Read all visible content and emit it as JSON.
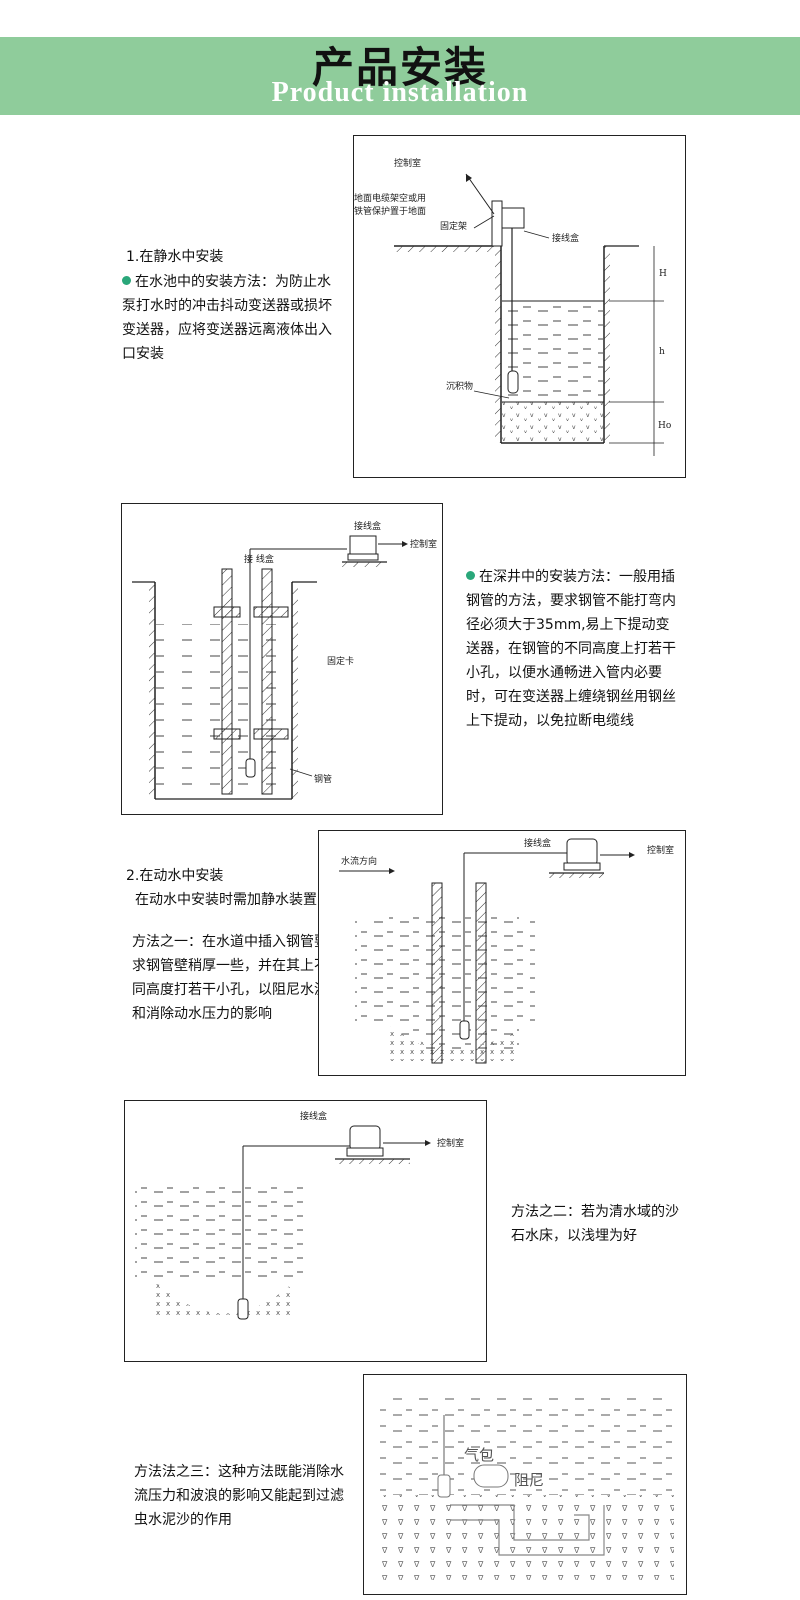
{
  "header": {
    "title": "产品安装",
    "subtitle": "Product installation"
  },
  "section1": {
    "heading": "1.在静水中安装",
    "text": "在水池中的安装方法：为防止水泵打水时的冲击抖动变送器或损坏变送器，应将变送器远离液体出入口安装",
    "diagram": {
      "control_room": "控制室",
      "cable_note_line1": "地面电缆架空或用",
      "cable_note_line2": "铁管保护置于地面",
      "bracket": "固定架",
      "junction_box": "接线盒",
      "sediment": "沉积物",
      "dim_H": "H",
      "dim_h": "h",
      "dim_Ho": "Ho"
    }
  },
  "section_deep_well": {
    "text": "在深井中的安装方法：一般用插钢管的方法，要求钢管不能打弯内径必须大于35mm,易上下提动变送器，在钢管的不同高度上打若干小孔，以便水通畅进入管内必要时，可在变送器上缠绕钢丝用钢丝上下提动，以免拉断电缆线",
    "diagram": {
      "junction_box_top": "接线盒",
      "junction_box_side": "接  线盒",
      "control_room": "控制室",
      "clamp": "固定卡",
      "steel_pipe": "钢管"
    }
  },
  "section2": {
    "heading": "2.在动水中安装",
    "subheading": "在动水中安装时需加静水装置",
    "method1": "方法之一：在水道中插入钢管要求钢管壁稍厚一些，并在其上不同高度打若干小孔，以阻尼水波和消除动水压力的影响",
    "diagram": {
      "junction_box": "接线盒",
      "control_room": "控制室",
      "flow_direction": "水流方向"
    }
  },
  "section_method2": {
    "text": "方法之二：若为清水域的沙石水床，以浅埋为好",
    "diagram": {
      "junction_box": "接线盒",
      "control_room": "控制室"
    }
  },
  "section_method3": {
    "text": "方法法之三：这种方法既能消除水流压力和波浪的影响又能起到过滤虫水泥沙的作用",
    "diagram": {
      "air_bag": "气包",
      "damper": "阻尼"
    }
  },
  "colors": {
    "banner": "#8fcc9b",
    "bullet": "#2aa77a"
  }
}
